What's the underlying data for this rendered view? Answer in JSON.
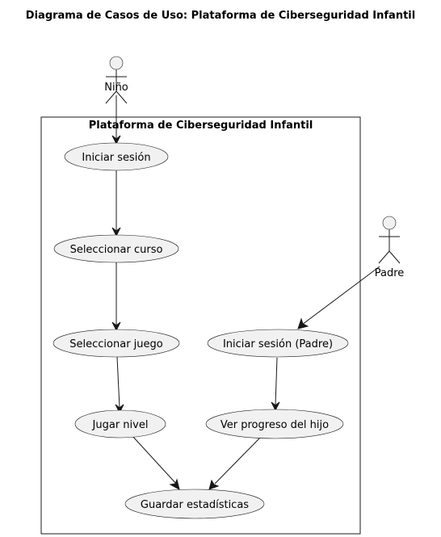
{
  "title": "Diagrama de Casos de Uso: Plataforma de Ciberseguridad Infantil",
  "system": {
    "name": "Plataforma de Ciberseguridad Infantil"
  },
  "actors": {
    "child": {
      "name": "Niño"
    },
    "parent": {
      "name": "Padre"
    }
  },
  "use_cases": {
    "login": "Iniciar sesión",
    "select_course": "Seleccionar curso",
    "select_game": "Seleccionar juego",
    "play_level": "Jugar nivel",
    "save_stats": "Guardar estadísticas",
    "parent_login": "Iniciar sesión (Padre)",
    "view_progress": "Ver progreso del hijo"
  },
  "colors": {
    "shape_fill": "#f1f1f1",
    "stroke": "#181818",
    "background": "#ffffff"
  }
}
